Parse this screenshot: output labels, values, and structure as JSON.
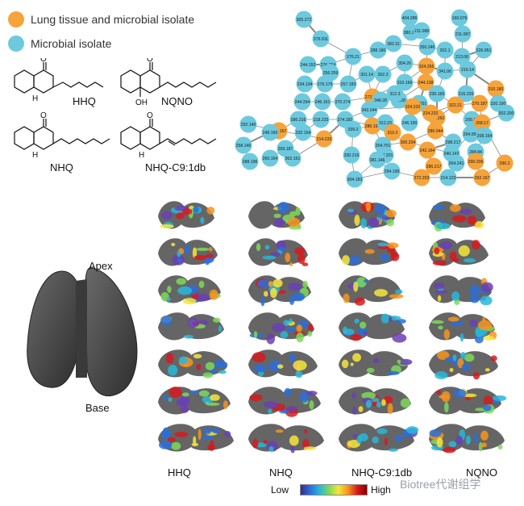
{
  "legend": {
    "items": [
      {
        "label": "Lung tissue and microbial isolate",
        "color": "#F5A33A"
      },
      {
        "label": "Microbial isolate",
        "color": "#6CC9DE"
      }
    ]
  },
  "compounds": {
    "hhq": "HHQ",
    "nqno": "NQNO",
    "nhq": "NHQ",
    "nhq_c9": "NHQ-C9:1db"
  },
  "lung3d": {
    "apex": "Apex",
    "base": "Base"
  },
  "columns": [
    "HHQ",
    "NHQ",
    "NHQ-C9:1db",
    "NQNO"
  ],
  "scale": {
    "low": "Low",
    "high": "High"
  },
  "watermark": "Biotree代谢组学",
  "network": {
    "colors": {
      "lung": "#F5A33A",
      "micro": "#6CC9DE",
      "edge": "#8a8a8a"
    },
    "nodes": [
      {
        "label": "305.272",
        "type": "micro"
      },
      {
        "label": "276.911",
        "type": "micro"
      },
      {
        "label": "404.286",
        "type": "micro"
      },
      {
        "label": "380.284",
        "type": "micro"
      },
      {
        "label": "211.088",
        "type": "micro"
      },
      {
        "label": "160.076",
        "type": "micro"
      },
      {
        "label": "211.087",
        "type": "micro"
      },
      {
        "label": "244.153",
        "type": "micro"
      },
      {
        "label": "276.204",
        "type": "micro"
      },
      {
        "label": "276.21",
        "type": "micro"
      },
      {
        "label": "288.180",
        "type": "micro"
      },
      {
        "label": "382.31",
        "type": "micro"
      },
      {
        "label": "350.246",
        "type": "micro"
      },
      {
        "label": "202.1",
        "type": "micro"
      },
      {
        "label": "213.08",
        "type": "micro"
      },
      {
        "label": "226.951",
        "type": "micro"
      },
      {
        "label": "234.134",
        "type": "micro"
      },
      {
        "label": "276.176",
        "type": "micro"
      },
      {
        "label": "257.183",
        "type": "micro"
      },
      {
        "label": "301.14",
        "type": "micro"
      },
      {
        "label": "352.3",
        "type": "micro"
      },
      {
        "label": "354.26",
        "type": "micro"
      },
      {
        "label": "324.265",
        "type": "lung"
      },
      {
        "label": "341.06",
        "type": "micro"
      },
      {
        "label": "216.14",
        "type": "micro"
      },
      {
        "label": "272.204",
        "type": "lung"
      },
      {
        "label": "310.166",
        "type": "micro"
      },
      {
        "label": "244.138",
        "type": "lung"
      },
      {
        "label": "310.180",
        "type": "lung"
      },
      {
        "label": "244.264",
        "type": "micro"
      },
      {
        "label": "246.161",
        "type": "micro"
      },
      {
        "label": "270.274",
        "type": "micro"
      },
      {
        "label": "348.28",
        "type": "micro"
      },
      {
        "label": "326.28",
        "type": "micro"
      },
      {
        "label": "230.165",
        "type": "micro"
      },
      {
        "label": "216.226",
        "type": "micro"
      },
      {
        "label": "320.190",
        "type": "micro"
      },
      {
        "label": "292.140",
        "type": "micro"
      },
      {
        "label": "288.167",
        "type": "lung"
      },
      {
        "label": "286.216",
        "type": "micro"
      },
      {
        "label": "218.233",
        "type": "micro"
      },
      {
        "label": "274.182",
        "type": "micro"
      },
      {
        "label": "342.244",
        "type": "micro"
      },
      {
        "label": "286.291",
        "type": "micro"
      },
      {
        "label": "322.21",
        "type": "lung"
      },
      {
        "label": "270.187",
        "type": "lung"
      },
      {
        "label": "302.200",
        "type": "micro"
      },
      {
        "label": "248.165",
        "type": "micro"
      },
      {
        "label": "232.154",
        "type": "micro"
      },
      {
        "label": "214.233",
        "type": "lung"
      },
      {
        "label": "286.198",
        "type": "lung"
      },
      {
        "label": "312.23",
        "type": "micro"
      },
      {
        "label": "298.262",
        "type": "lung"
      },
      {
        "label": "246.150",
        "type": "micro"
      },
      {
        "label": "299.14",
        "type": "micro"
      },
      {
        "label": "268.17",
        "type": "lung"
      },
      {
        "label": "258.140",
        "type": "micro"
      },
      {
        "label": "269.181",
        "type": "micro"
      },
      {
        "label": "288.196",
        "type": "micro"
      },
      {
        "label": "260.164",
        "type": "micro"
      },
      {
        "label": "302.161",
        "type": "micro"
      },
      {
        "label": "339.2",
        "type": "micro"
      },
      {
        "label": "310.2",
        "type": "lung"
      },
      {
        "label": "254.201",
        "type": "micro"
      },
      {
        "label": "286.944",
        "type": "lung"
      },
      {
        "label": "298.217",
        "type": "micro"
      },
      {
        "label": "294.958",
        "type": "micro"
      },
      {
        "label": "208.164",
        "type": "micro"
      },
      {
        "label": "284.201",
        "type": "micro"
      },
      {
        "label": "300.234",
        "type": "lung"
      },
      {
        "label": "242.164",
        "type": "lung"
      },
      {
        "label": "240.142",
        "type": "micro"
      },
      {
        "label": "284.84",
        "type": "micro"
      },
      {
        "label": "330.216",
        "type": "micro"
      },
      {
        "label": "381.146",
        "type": "micro"
      },
      {
        "label": "286.217",
        "type": "lung"
      },
      {
        "label": "264.241",
        "type": "micro"
      },
      {
        "label": "290.206",
        "type": "lung"
      },
      {
        "label": "296.2",
        "type": "lung"
      },
      {
        "label": "304.183",
        "type": "micro"
      },
      {
        "label": "294.199",
        "type": "micro"
      },
      {
        "label": "272.203",
        "type": "lung"
      },
      {
        "label": "214.123",
        "type": "micro"
      },
      {
        "label": "292.167",
        "type": "lung"
      },
      {
        "label": "312.3",
        "type": "micro"
      },
      {
        "label": "324.232",
        "type": "lung"
      },
      {
        "label": "224.232",
        "type": "lung"
      },
      {
        "label": "256.259",
        "type": "micro"
      }
    ]
  }
}
